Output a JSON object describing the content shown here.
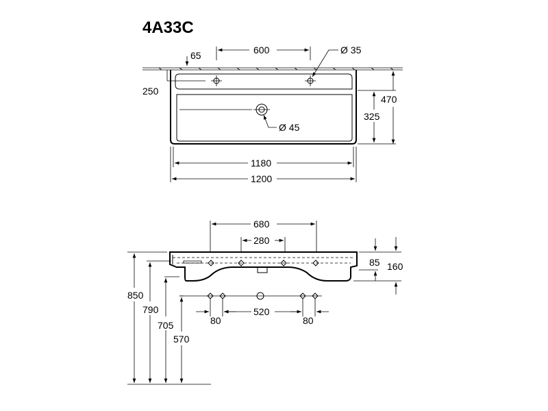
{
  "title": "4A33C",
  "top_view": {
    "dim_offset": "65",
    "dim_tap_spacing": "600",
    "dim_tap_hole": "Ø 35",
    "dim_depth_to_drain": "250",
    "dim_total_depth": "470",
    "dim_basin_depth": "325",
    "dim_drain": "Ø 45",
    "dim_inner_width": "1180",
    "dim_total_width": "1200"
  },
  "front_view": {
    "dim_outer_holes": "680",
    "dim_inner_holes": "280",
    "dim_rim": "85",
    "dim_height": "160",
    "dim_850": "850",
    "dim_790": "790",
    "dim_705": "705",
    "dim_570": "570",
    "dim_left_gap": "80",
    "dim_center_span": "520",
    "dim_right_gap": "80"
  }
}
